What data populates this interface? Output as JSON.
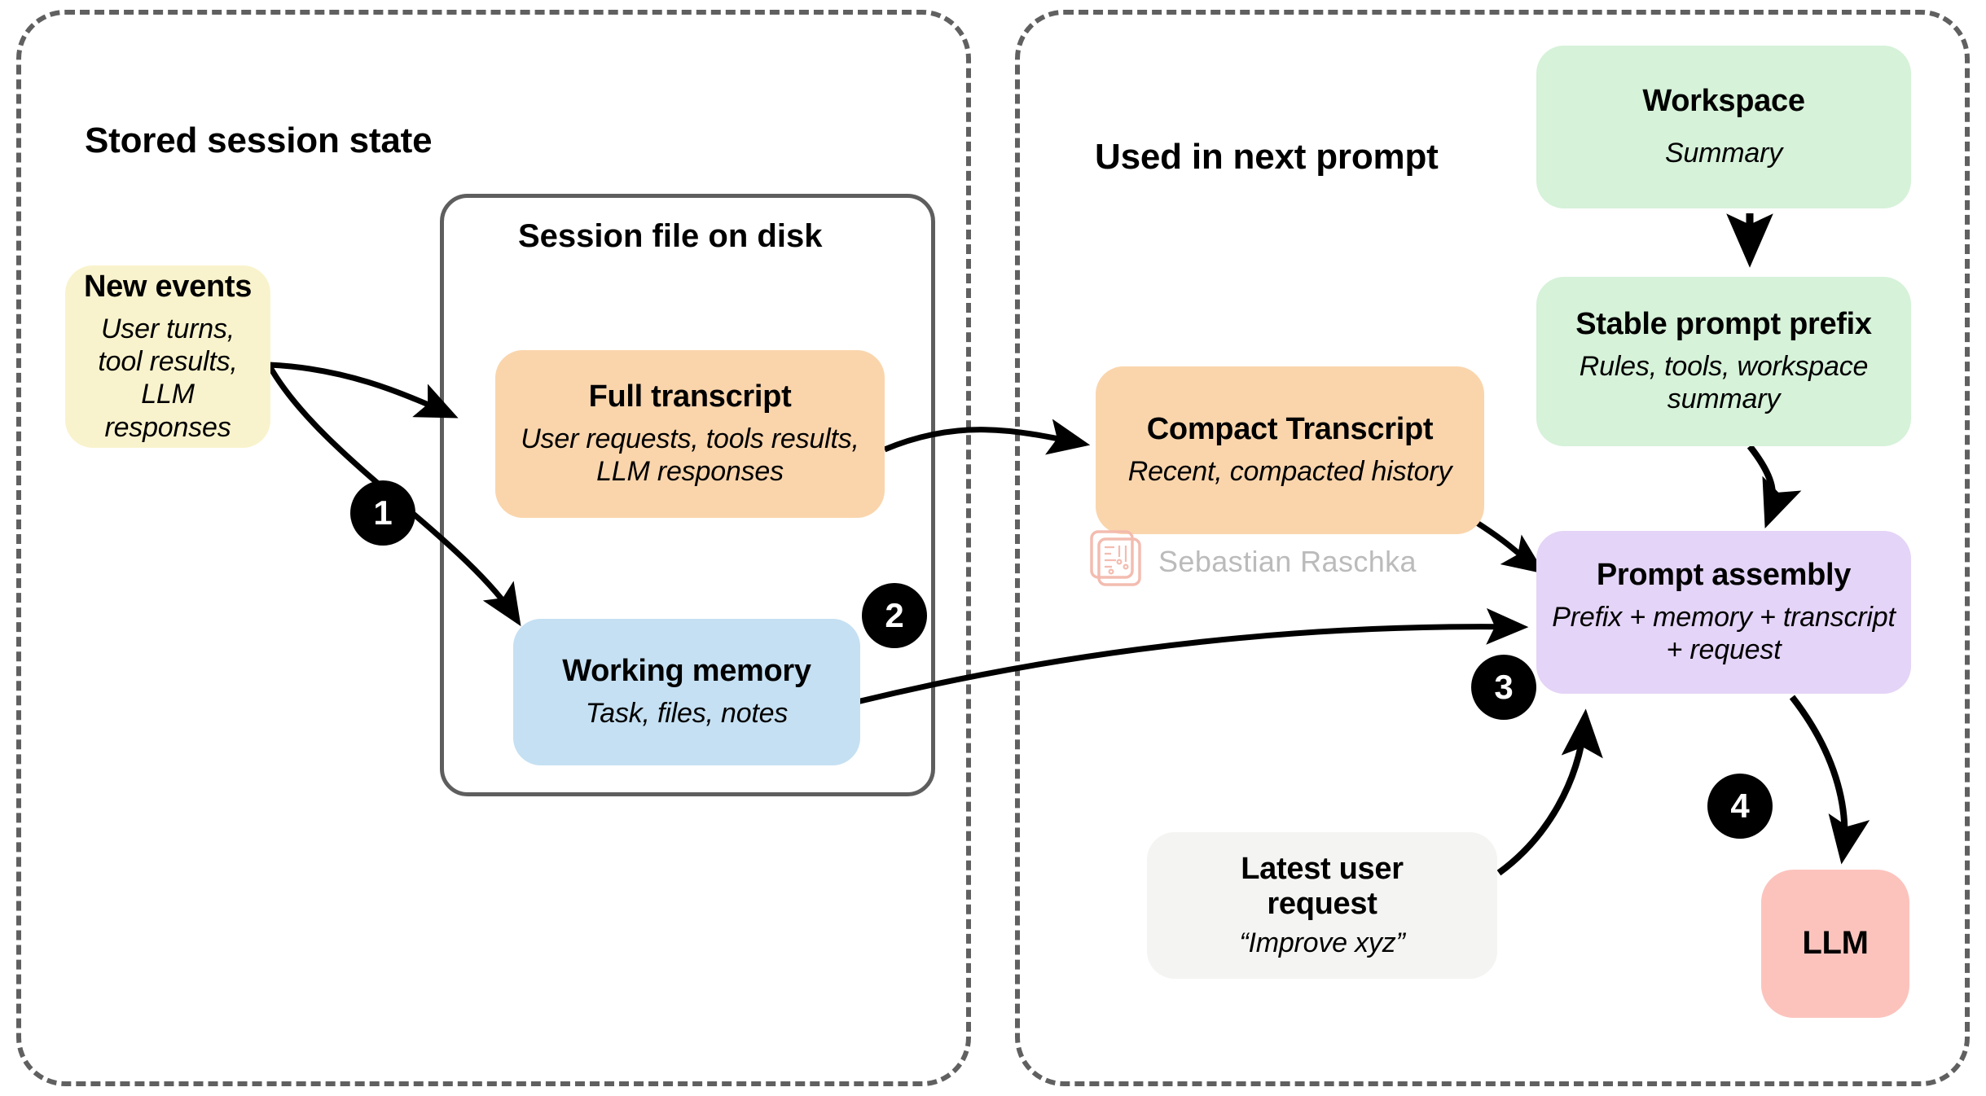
{
  "panels": [
    {
      "key": "stored",
      "title": "Stored session state"
    },
    {
      "key": "prompt",
      "title": "Used in next prompt"
    }
  ],
  "subpanel": {
    "title": "Session file on disk"
  },
  "nodes": {
    "new_events": {
      "title": "New events",
      "subtitle": "User turns, tool results, LLM responses",
      "color": "#f9f3cd"
    },
    "full_transcript": {
      "title": "Full transcript",
      "subtitle": "User requests, tools results, LLM responses",
      "color": "#fad5ac"
    },
    "working_memory": {
      "title": "Working memory",
      "subtitle": "Task, files, notes",
      "color": "#c5e0f2"
    },
    "compact_transcript": {
      "title": "Compact Transcript",
      "subtitle": "Recent, compacted history",
      "color": "#fad5ac"
    },
    "workspace": {
      "title": "Workspace",
      "subtitle": "Summary",
      "color": "#d6f2d9"
    },
    "stable_prefix": {
      "title": "Stable prompt prefix",
      "subtitle": "Rules, tools, workspace summary",
      "color": "#d6f2d9"
    },
    "prompt_assembly": {
      "title": "Prompt assembly",
      "subtitle": "Prefix + memory + transcript + request",
      "color": "#e4d4f7"
    },
    "latest_request": {
      "title": "Latest user request",
      "subtitle": "“Improve xyz”",
      "color": "#f4f4f2"
    },
    "llm": {
      "title": "LLM",
      "subtitle": "",
      "color": "#fcc3bd"
    }
  },
  "badges": [
    {
      "label": "1"
    },
    {
      "label": "2"
    },
    {
      "label": "3"
    },
    {
      "label": "4"
    }
  ],
  "watermark": {
    "text": "Sebastian Raschka"
  },
  "colors": {
    "panel_border": "#606060",
    "subpanel_border": "#5e5e5e",
    "arrow": "#000000",
    "badge_bg": "#000000",
    "badge_text": "#ffffff",
    "watermark_text": "#b8b8b8",
    "watermark_mark": "#f3b9ac"
  },
  "flow": {
    "type": "diagram",
    "edges": [
      {
        "from": "new_events",
        "to": "full_transcript",
        "step": "1"
      },
      {
        "from": "new_events",
        "to": "working_memory",
        "step": "1"
      },
      {
        "from": "full_transcript",
        "to": "compact_transcript",
        "step": "2"
      },
      {
        "from": "working_memory",
        "to": "prompt_assembly",
        "step": "2"
      },
      {
        "from": "compact_transcript",
        "to": "prompt_assembly",
        "step": "3"
      },
      {
        "from": "workspace",
        "to": "stable_prefix",
        "step": ""
      },
      {
        "from": "stable_prefix",
        "to": "prompt_assembly",
        "step": ""
      },
      {
        "from": "latest_request",
        "to": "prompt_assembly",
        "step": "3"
      },
      {
        "from": "prompt_assembly",
        "to": "llm",
        "step": "4"
      }
    ]
  }
}
